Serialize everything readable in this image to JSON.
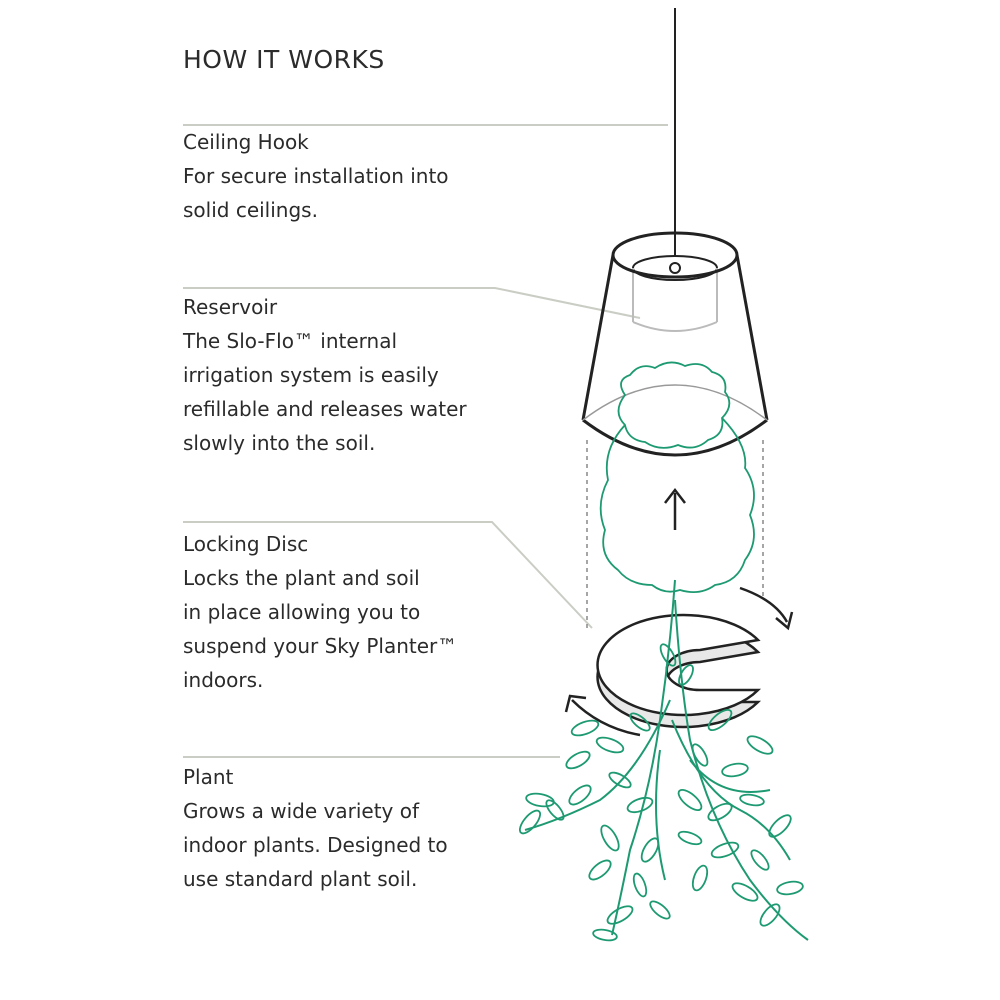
{
  "title": "HOW IT WORKS",
  "sections": [
    {
      "title": "Ceiling Hook",
      "lines": [
        "For secure installation into",
        "solid ceilings."
      ]
    },
    {
      "title": "Reservoir",
      "lines": [
        "The Slo-Flo™ internal",
        "irrigation system is easily",
        "refillable and releases water",
        "slowly into the soil."
      ]
    },
    {
      "title": "Locking Disc",
      "lines": [
        "Locks the plant and soil",
        "in place allowing you to",
        "suspend your Sky Planter™",
        "indoors."
      ]
    },
    {
      "title": "Plant",
      "lines": [
        "Grows a wide variety of",
        "indoor plants. Designed to",
        "use standard plant soil."
      ]
    }
  ],
  "colors": {
    "line": "#222222",
    "leader": "#c9cdc4",
    "plant": "#1e9a72"
  }
}
